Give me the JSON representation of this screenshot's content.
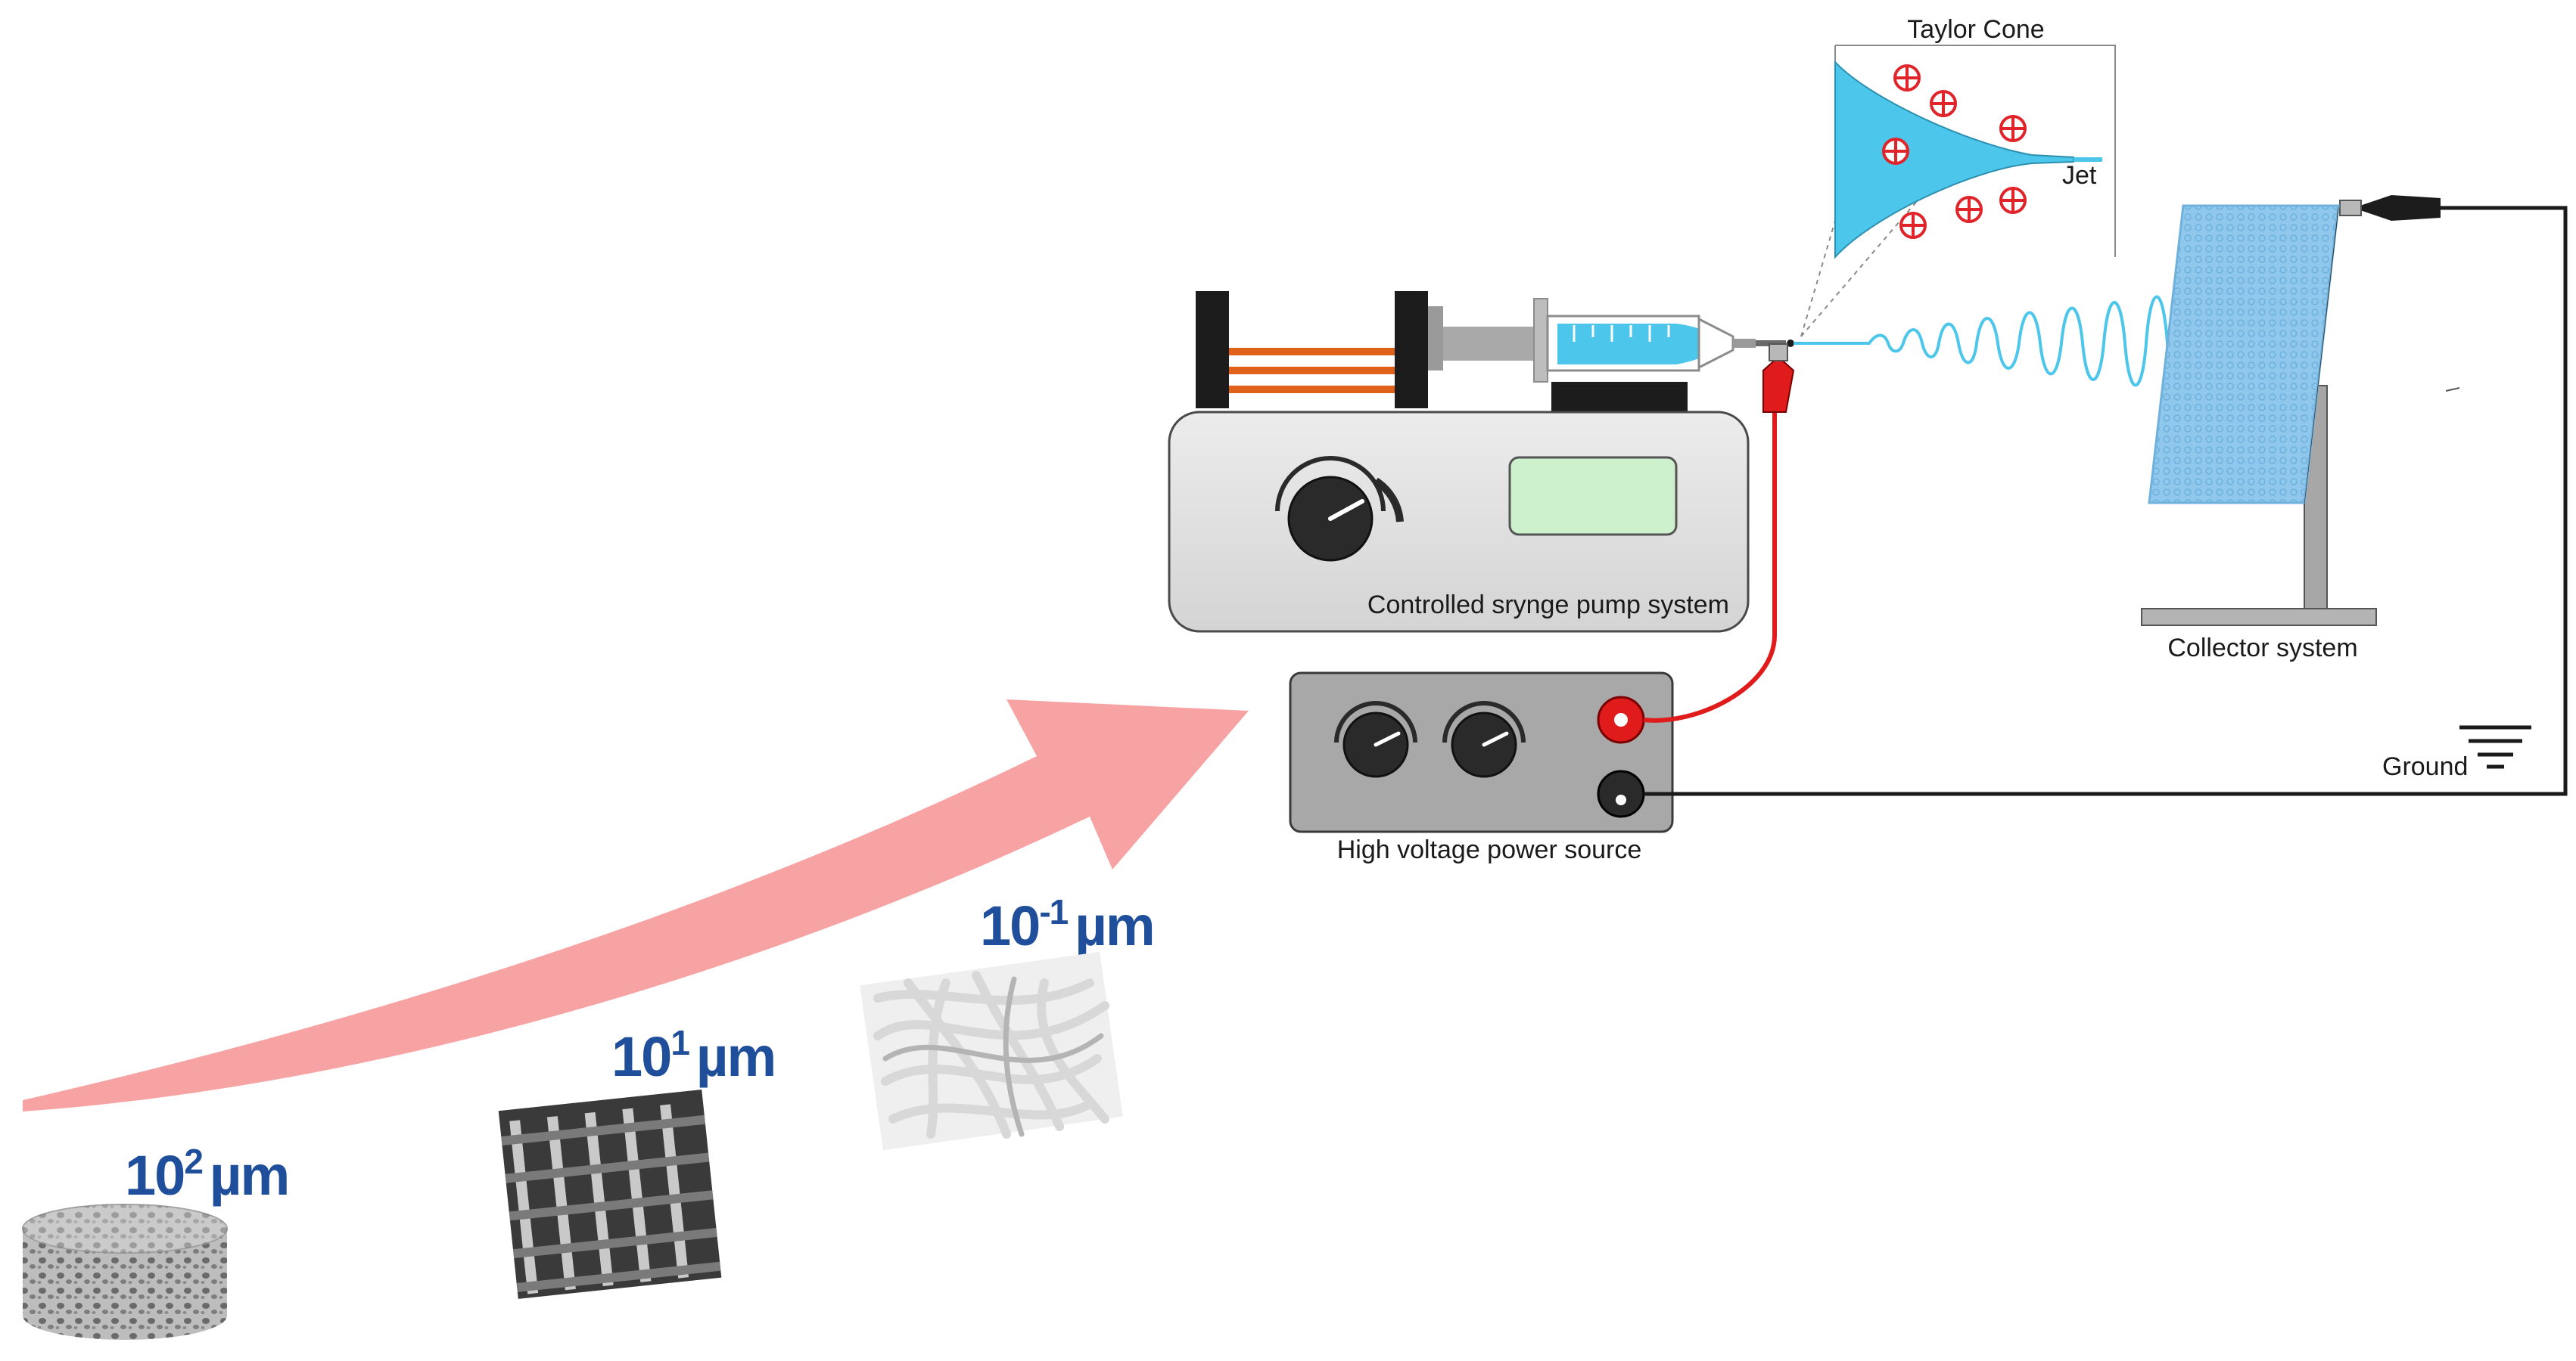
{
  "labels": {
    "taylor_cone": "Taylor Cone",
    "jet": "Jet",
    "syringe_pump": "Controlled srynge pump system",
    "power_source": "High voltage power source",
    "collector": "Collector system",
    "ground": "Ground"
  },
  "scales": [
    {
      "base": "10",
      "exp": "2",
      "unit": "µm"
    },
    {
      "base": "10",
      "exp": "1",
      "unit": "µm"
    },
    {
      "base": "10",
      "exp": "-1",
      "unit": "µm"
    }
  ],
  "charges": {
    "symbol": "⊕",
    "count": 7
  },
  "colors": {
    "solution": "#4cc6ea",
    "charge": "#e0242a",
    "arrow": "#f7a3a3",
    "scale_text": "#1f4f9a",
    "pump_body": "#e2e2e2",
    "display": "#cdf0cd",
    "collector_mesh": "#8fc8ec",
    "spring": "#e0611a",
    "wire_red": "#e01b1b",
    "wire_black": "#1a1a1a"
  },
  "icons": [
    "knob-icon",
    "ground-icon",
    "alligator-clip-icon",
    "scaffold-image"
  ]
}
